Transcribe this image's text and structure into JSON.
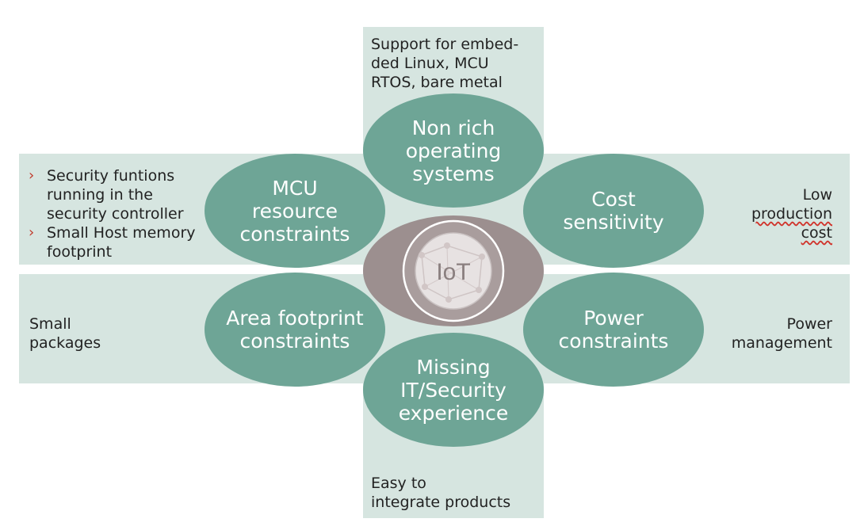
{
  "top": {
    "text_lines": [
      "Support for embed-",
      "ded Linux, MCU",
      "RTOS, bare metal"
    ],
    "ellipse_lines": [
      "Non rich",
      "operating",
      "systems"
    ]
  },
  "left_top": {
    "bullets": [
      {
        "lines": [
          "Security funtions",
          "running in the",
          "security controller"
        ]
      },
      {
        "lines": [
          "Small Host memory",
          "footprint"
        ]
      }
    ],
    "ellipse_lines": [
      "MCU",
      "resource",
      "constraints"
    ]
  },
  "right_top": {
    "text_lines": [
      "Low",
      "production",
      "cost"
    ],
    "ellipse_lines": [
      "Cost",
      "sensitivity"
    ]
  },
  "left_bottom": {
    "text_lines": [
      "Small",
      "packages"
    ],
    "ellipse_lines": [
      "Area footprint",
      "constraints"
    ]
  },
  "right_bottom": {
    "text_lines": [
      "Power",
      "management"
    ],
    "ellipse_lines": [
      "Power",
      "constraints"
    ]
  },
  "bottom": {
    "text_lines": [
      "Easy to",
      "integrate products"
    ],
    "ellipse_lines": [
      "Missing",
      "IT/Security",
      "experience"
    ]
  },
  "center": {
    "label": "IoT"
  },
  "colors": {
    "panel": "#d6e5e0",
    "ellipse": "#6ea596",
    "center_outer": "#9c8f8f",
    "bullet_chevron": "#c0392b"
  },
  "icons": {
    "bullet": "chevron-right-icon",
    "center": "iot-globe-icon"
  }
}
